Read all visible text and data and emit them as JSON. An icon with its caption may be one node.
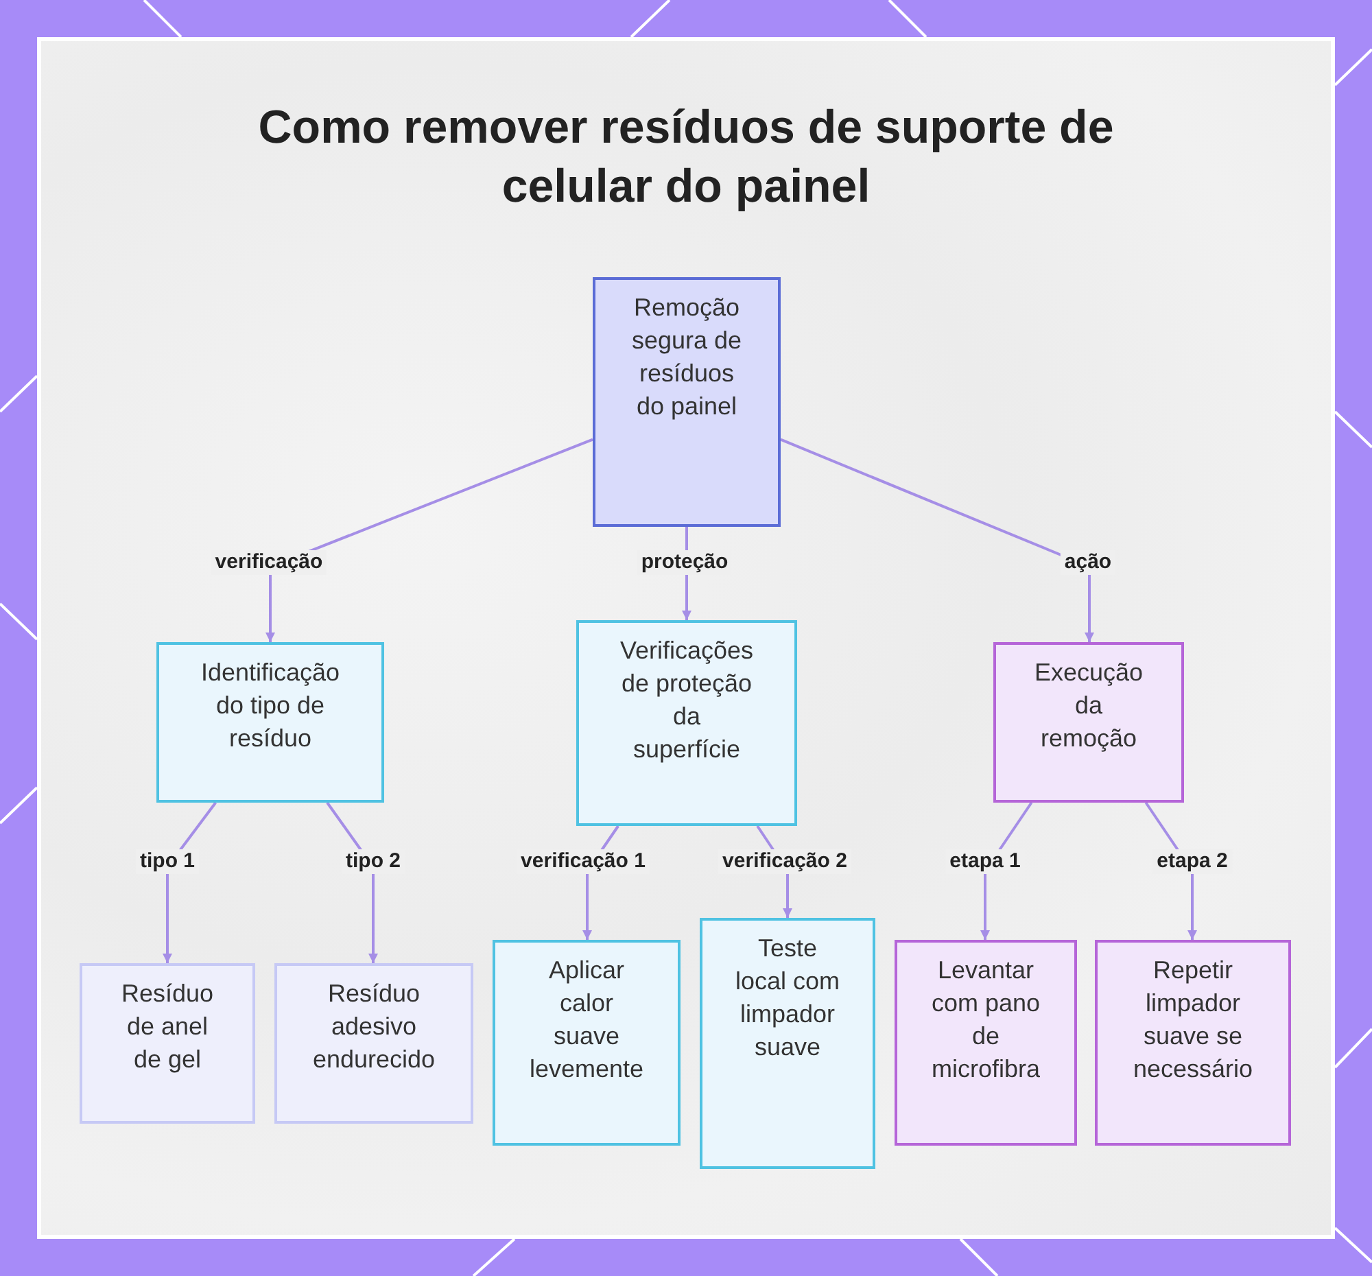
{
  "diagram": {
    "title": "Como remover resíduos de suporte de celular do painel",
    "nodes": [
      {
        "text": [
          "Remoção segura de resíduos do painel"
        ]
      },
      {
        "text": [
          "Identificação do tipo de resíduo"
        ]
      },
      {
        "text": [
          "Verificações de proteção da superfície"
        ]
      },
      {
        "text": [
          "Execução da remoção"
        ]
      },
      {
        "text": [
          "Resíduo de anel de gel"
        ]
      },
      {
        "text": [
          "Resíduo adesivo endurecido"
        ]
      },
      {
        "text": [
          "Aplicar calor suave levemente"
        ]
      },
      {
        "text": [
          "Teste local com limpador suave"
        ]
      },
      {
        "text": [
          "Levantar com pano de microfibra"
        ]
      },
      {
        "text": [
          "Repetir limpador suave se necessário"
        ]
      }
    ],
    "edges": [
      {
        "from": 0,
        "to": 1,
        "arrow": "to",
        "label": "verificação"
      },
      {
        "from": 0,
        "to": 2,
        "arrow": "to",
        "label": "proteção"
      },
      {
        "from": 0,
        "to": 3,
        "arrow": "to",
        "label": "ação"
      },
      {
        "from": 1,
        "to": 4,
        "arrow": "to",
        "label": "tipo 1"
      },
      {
        "from": 1,
        "to": 5,
        "arrow": "to",
        "label": "tipo 2"
      },
      {
        "from": 2,
        "to": 6,
        "arrow": "to",
        "label": "verificação 1"
      },
      {
        "from": 2,
        "to": 7,
        "arrow": "to",
        "label": "verificação 2"
      },
      {
        "from": 3,
        "to": 8,
        "arrow": "to",
        "label": "etapa 1"
      },
      {
        "from": 3,
        "to": 9,
        "arrow": "to",
        "label": "etapa 2"
      }
    ]
  }
}
